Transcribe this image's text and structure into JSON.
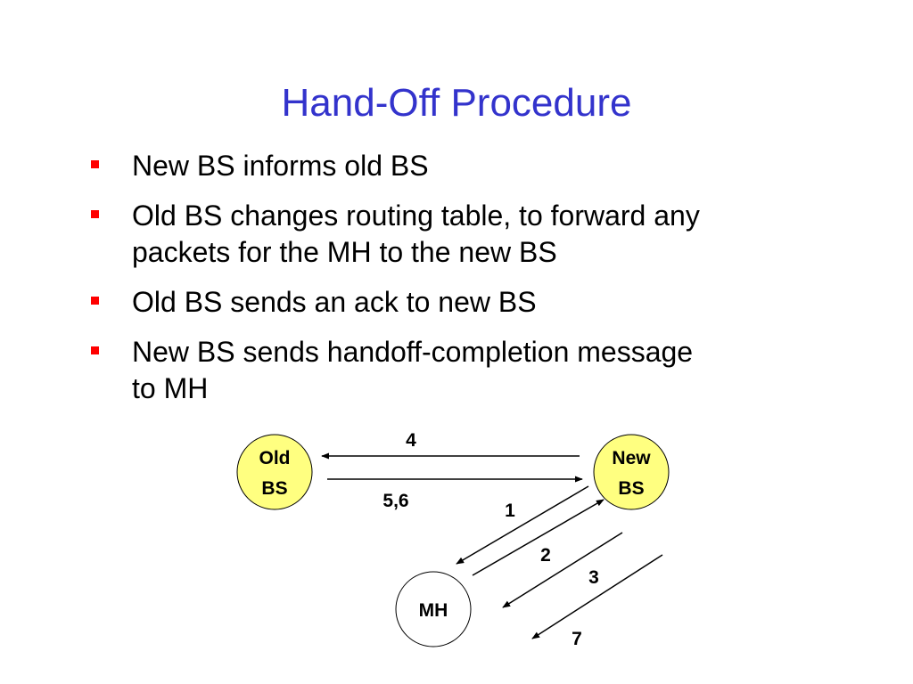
{
  "slide": {
    "title": "Hand-Off Procedure",
    "bullets": [
      {
        "lines": [
          "New BS informs old BS"
        ]
      },
      {
        "lines": [
          "Old BS changes routing table, to forward any",
          "packets for the MH to the new BS"
        ]
      },
      {
        "lines": [
          "Old BS sends an ack to new BS"
        ]
      },
      {
        "lines": [
          "New BS sends handoff-completion message",
          "to MH"
        ]
      }
    ]
  },
  "diagram": {
    "nodes": {
      "old_bs": {
        "line1": "Old",
        "line2": "BS",
        "fill": "#ffff80"
      },
      "new_bs": {
        "line1": "New",
        "line2": "BS",
        "fill": "#ffff80"
      },
      "mh": {
        "label": "MH",
        "fill": "#ffffff"
      }
    },
    "edges": [
      {
        "id": "msg-4",
        "label": "4",
        "from": "New BS",
        "to": "Old BS"
      },
      {
        "id": "msg-5-6",
        "label": "5,6",
        "from": "Old BS",
        "to": "New BS"
      },
      {
        "id": "msg-1",
        "label": "1",
        "from": "New BS",
        "to": "MH"
      },
      {
        "id": "msg-2",
        "label": "2",
        "from": "MH",
        "to": "New BS"
      },
      {
        "id": "msg-3",
        "label": "3",
        "from": "New BS",
        "to": "MH"
      },
      {
        "id": "msg-7",
        "label": "7",
        "from": "New BS",
        "to": "MH"
      }
    ]
  },
  "colors": {
    "title": "#3333cc",
    "bullet_marker": "#ff0000",
    "bs_fill": "#ffff80"
  }
}
